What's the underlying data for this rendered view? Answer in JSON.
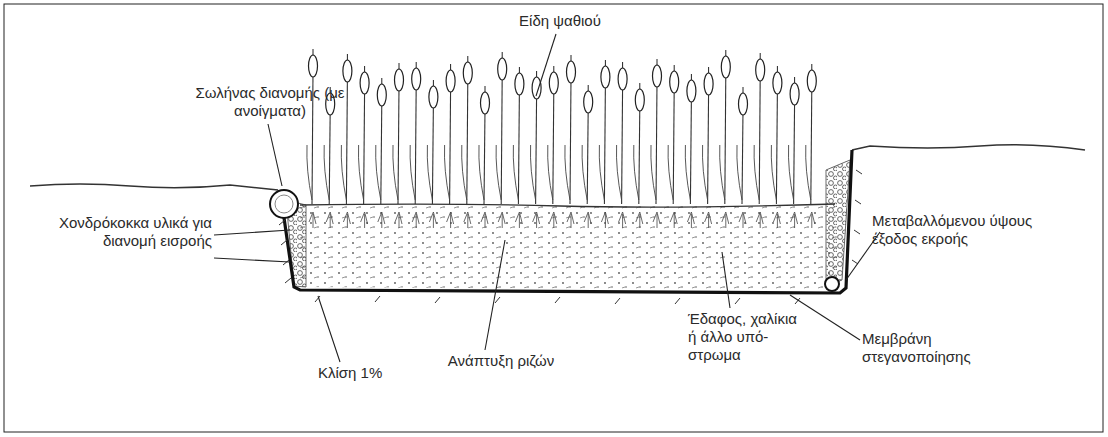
{
  "diagram": {
    "labels": [
      "Είδη ψαθιού",
      "Σωλήνας διανομής (με ανοίγματα)",
      "Χονδρόκοκκα υλικά για διανομή εισροής",
      "Μεταβαλλόμενου ύψους έξοδος εκροής",
      "Ανάπτυξη ριζών",
      "Έδαφος, χαλίκια ή άλλο υπό- στρωμα",
      "Μεμβράνη στεγανοποίησης",
      "Κλίση 1%"
    ]
  }
}
